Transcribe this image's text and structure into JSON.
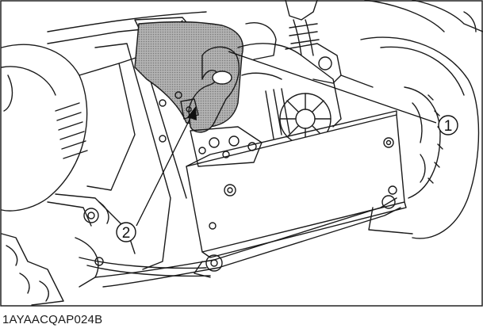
{
  "figure": {
    "code": "1AYAACQAP024B",
    "callouts": [
      {
        "id": 1,
        "label": "1"
      },
      {
        "id": 2,
        "label": "2"
      }
    ]
  }
}
